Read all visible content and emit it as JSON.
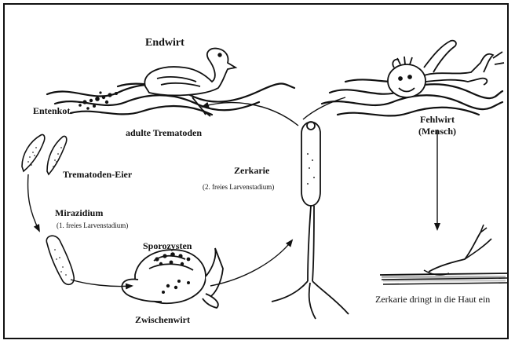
{
  "labels": {
    "endwirt": "Endwirt",
    "entenkot": "Entenkot",
    "adulte_trematoden": "adulte Trematoden",
    "trematoden_eier": "Trematoden-Eier",
    "mirazidium": "Mirazidium",
    "mirazidium_sub": "(1. freies Larvenstadium)",
    "sporozysten": "Sporozysten",
    "zwischenwirt": "Zwischenwirt",
    "zerkarie": "Zerkarie",
    "zerkarie_sub": "(2. freies Larvenstadium)",
    "fehlwirt_line1": "Fehlwirt",
    "fehlwirt_line2": "(Mensch)",
    "haut": "Zerkarie dringt in die Haut ein"
  }
}
